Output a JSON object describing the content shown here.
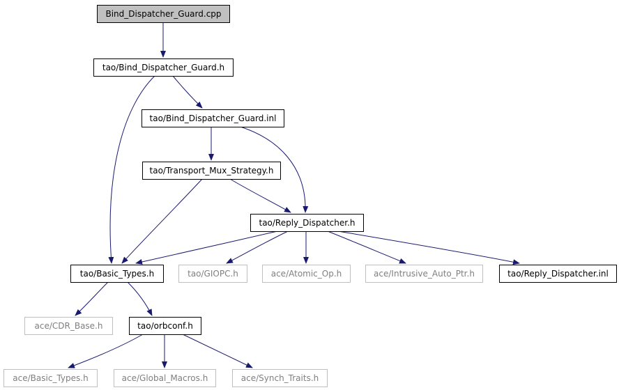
{
  "colors": {
    "edge": "#191970",
    "box_border": "#000000",
    "root_fill": "#c0c0c0",
    "missing_border": "#bfbfbf",
    "missing_text": "#7f7f7f",
    "text": "#000000"
  },
  "nodes": [
    {
      "id": "n0",
      "label": "Bind_Dispatcher_Guard.cpp",
      "style": "root"
    },
    {
      "id": "n1",
      "label": "tao/Bind_Dispatcher_Guard.h",
      "style": "normal"
    },
    {
      "id": "n2",
      "label": "tao/Bind_Dispatcher_Guard.inl",
      "style": "normal"
    },
    {
      "id": "n3",
      "label": "tao/Transport_Mux_Strategy.h",
      "style": "normal"
    },
    {
      "id": "n4",
      "label": "tao/Reply_Dispatcher.h",
      "style": "normal"
    },
    {
      "id": "n5",
      "label": "tao/Basic_Types.h",
      "style": "normal"
    },
    {
      "id": "n6",
      "label": "tao/GIOPC.h",
      "style": "missing"
    },
    {
      "id": "n7",
      "label": "ace/Atomic_Op.h",
      "style": "missing"
    },
    {
      "id": "n8",
      "label": "ace/Intrusive_Auto_Ptr.h",
      "style": "missing"
    },
    {
      "id": "n9",
      "label": "tao/Reply_Dispatcher.inl",
      "style": "normal"
    },
    {
      "id": "n10",
      "label": "ace/CDR_Base.h",
      "style": "missing"
    },
    {
      "id": "n11",
      "label": "tao/orbconf.h",
      "style": "normal"
    },
    {
      "id": "n12",
      "label": "ace/Basic_Types.h",
      "style": "missing"
    },
    {
      "id": "n13",
      "label": "ace/Global_Macros.h",
      "style": "missing"
    },
    {
      "id": "n14",
      "label": "ace/Synch_Traits.h",
      "style": "missing"
    }
  ],
  "edges": [
    {
      "from": "n0",
      "to": "n1"
    },
    {
      "from": "n1",
      "to": "n2"
    },
    {
      "from": "n1",
      "to": "n5"
    },
    {
      "from": "n2",
      "to": "n3"
    },
    {
      "from": "n2",
      "to": "n4"
    },
    {
      "from": "n3",
      "to": "n4"
    },
    {
      "from": "n3",
      "to": "n5"
    },
    {
      "from": "n4",
      "to": "n5"
    },
    {
      "from": "n4",
      "to": "n6"
    },
    {
      "from": "n4",
      "to": "n7"
    },
    {
      "from": "n4",
      "to": "n8"
    },
    {
      "from": "n4",
      "to": "n9"
    },
    {
      "from": "n5",
      "to": "n10"
    },
    {
      "from": "n5",
      "to": "n11"
    },
    {
      "from": "n11",
      "to": "n12"
    },
    {
      "from": "n11",
      "to": "n13"
    },
    {
      "from": "n11",
      "to": "n14"
    }
  ]
}
